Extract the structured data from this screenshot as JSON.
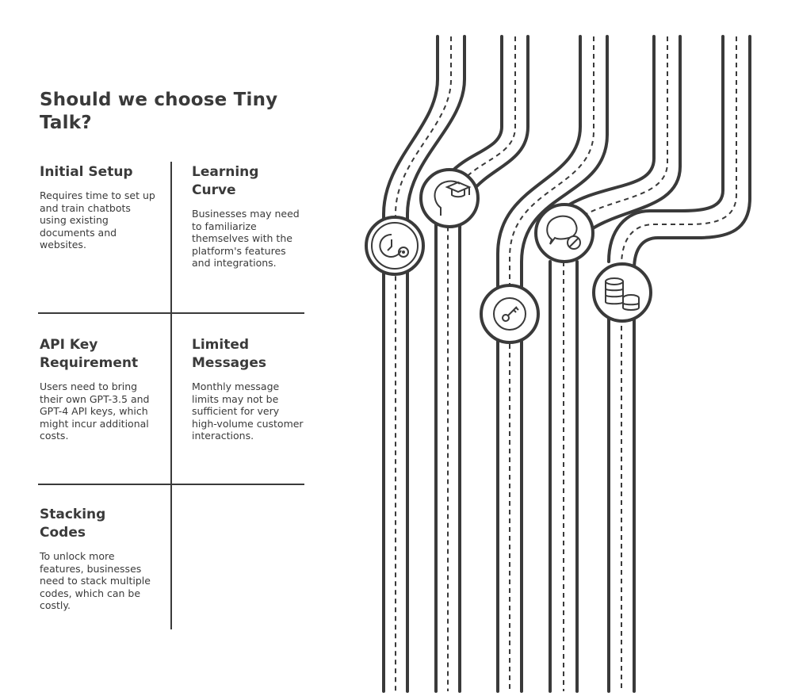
{
  "title": "Should we choose Tiny Talk?",
  "cells": [
    {
      "heading": "Initial Setup",
      "text": "Requires time to set up and train chatbots using existing documents and websites."
    },
    {
      "heading": "Learning Curve",
      "text": "Businesses may need to familiarize themselves with the platform's features and integrations."
    },
    {
      "heading": "API Key Requirement",
      "text": "Users need to bring their own GPT-3.5 and GPT-4 API keys, which might incur additional costs."
    },
    {
      "heading": "Limited Messages",
      "text": "Monthly message limits may not be sufficient for very high-volume customer interactions."
    },
    {
      "heading": "Stacking Codes",
      "text": "To unlock more features, businesses need to stack multiple codes, which can be costly."
    }
  ],
  "icons": [
    "clock-gear-icon",
    "head-graduation-cap-icon",
    "key-icon",
    "speech-bubble-blocked-icon",
    "coin-stacks-icon"
  ],
  "colors": {
    "ink": "#3a3a3a",
    "background": "#ffffff"
  }
}
